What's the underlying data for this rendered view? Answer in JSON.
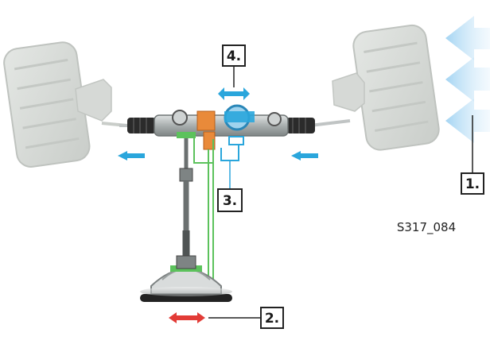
{
  "figure": {
    "code": "S317_084"
  },
  "callouts": [
    {
      "id": "1",
      "label": "1."
    },
    {
      "id": "2",
      "label": "2."
    },
    {
      "id": "3",
      "label": "3."
    },
    {
      "id": "4",
      "label": "4."
    }
  ],
  "colors": {
    "flow_arrow": "#2aa6dc",
    "wind_arrow": "#c8e6f8",
    "steering_input_arrow": "#e23b36",
    "sensor_wire": "#5cc25c",
    "motor": "#e98a3a",
    "wheel": "#d8dcd8",
    "rack_housing": "#b7bcbc"
  },
  "icons": {
    "flow_arrow": "double-chevron-arrow",
    "wind_arrow": "wide-chevron-arrow",
    "steering_input_arrow": "double-headed-arrow"
  }
}
